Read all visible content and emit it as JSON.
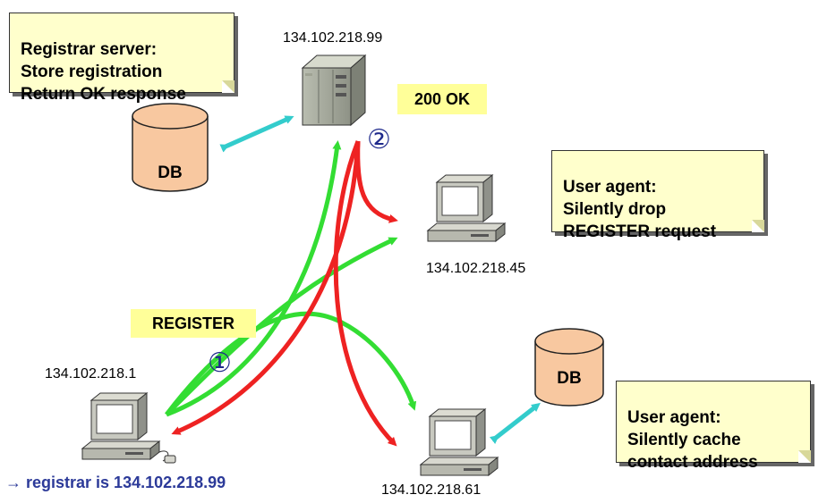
{
  "notes": {
    "registrar": "Registrar server:\nStore registration\nReturn OK response",
    "ua_drop": "User agent:\nSilently drop\nREGISTER request",
    "ua_cache": "User agent:\nSilently cache\ncontact address"
  },
  "messages": {
    "register": "REGISTER",
    "ok": "200 OK"
  },
  "steps": {
    "one": "①",
    "two": "②"
  },
  "hosts": {
    "server_ip": "134.102.218.99",
    "ua45_ip": "134.102.218.45",
    "client_ip": "134.102.218.1",
    "ua61_ip": "134.102.218.61"
  },
  "databases": {
    "server_db": "DB",
    "ua61_db": "DB"
  },
  "client_resolution": "→ registrar is 134.102.218.99",
  "colors": {
    "request_arrow": "#33dd33",
    "response_arrow": "#ee2222",
    "db_link": "#33cccc",
    "db_fill": "#f8c8a0",
    "note_fill": "#ffffcc",
    "label_fill": "#ffff99"
  }
}
